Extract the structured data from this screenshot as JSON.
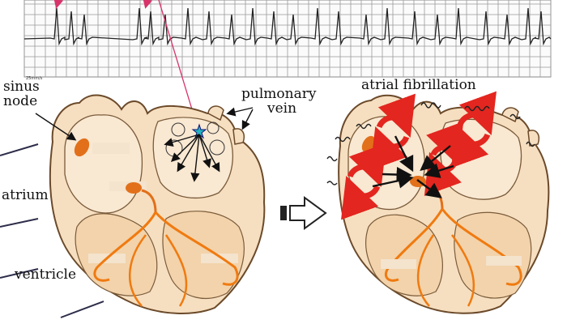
{
  "labels": {
    "sinus_node": [
      "sinus",
      "node"
    ],
    "pulmonary_vein": [
      "pulmonary",
      "vein"
    ],
    "atrium": "atrium",
    "ventricle": "ventricle",
    "atrial_fibrillation": "atrial fibrillation",
    "ecg_scale": "25mm/s"
  },
  "colors": {
    "heart_fill": "#f6dfc0",
    "heart_outline": "#6b4a2a",
    "conduction": "#f07a10",
    "arrow_pink": "#d8336b",
    "reentry_red": "#e3261f",
    "ecg_grid": "#9a9a9a"
  },
  "icons": {
    "transition_arrow": "hollow-right-arrow-icon"
  }
}
